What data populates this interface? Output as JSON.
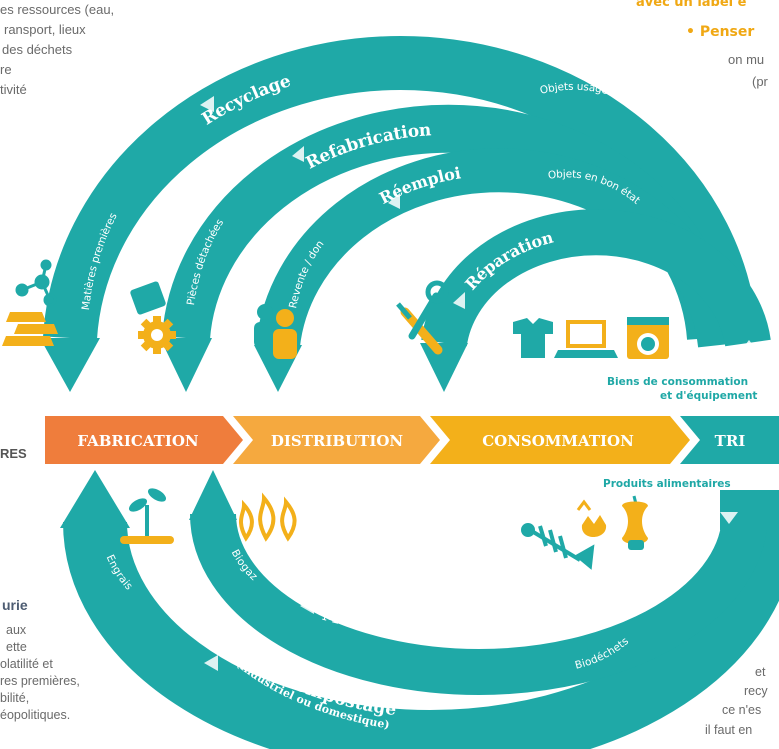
{
  "colors": {
    "teal": "#1fa9a7",
    "orange_dark": "#ef7d3c",
    "orange_mid": "#f5a93f",
    "gold": "#f3b01a",
    "text_grey": "#6a6a6a"
  },
  "chain": {
    "fabrication": "FABRICATION",
    "distribution": "DISTRIBUTION",
    "consommation": "CONSOMMATION",
    "tri": "TRI"
  },
  "loops_top": {
    "recyclage": "Recyclage",
    "refabrication": "Refabrication",
    "reemploi": "Réemploi",
    "reparation": "Réparation",
    "matieres_premieres": "Matières premières",
    "pieces_detachees": "Pièces détachées",
    "revente_don": "Revente / don",
    "objets_usages": "Objets usagés, emballages, papiers, verre...",
    "objets_bon_etat": "Objets en bon état"
  },
  "loops_bottom": {
    "methanisation": "Méthanisation",
    "compostage": "Compostage",
    "compostage_sub": "(industriel ou domestique)",
    "engrais": "Engrais",
    "biogaz": "Biogaz",
    "biodechets": "Biodéchets"
  },
  "side_labels": {
    "biens": "Biens de consommation",
    "biens2": "et d'équipement",
    "produits_alimentaires": "Produits alimentaires"
  },
  "left_text": {
    "top_lines": [
      "es ressources (eau,",
      "ransport, lieux",
      "des déchets",
      "re",
      "tivité"
    ],
    "heading_fragment": "RES",
    "penurie_heading": "urie",
    "penurie_lines": [
      "aux",
      "ette",
      "olatilité et",
      "res premières,",
      "bilité,",
      "éopolitiques."
    ]
  },
  "right_text": {
    "top_label": "avec un label e",
    "bullet": "• Penser",
    "line1": "on mu",
    "line2": "(pr",
    "bottom_lines": [
      "et",
      "recy",
      "ce n'es",
      "il faut en"
    ]
  },
  "icons": [
    "molecule-icon",
    "gold-bars-icon",
    "gear-icon",
    "phone-icon",
    "people-icon",
    "wrench-screwdriver-icon",
    "tshirt-icon",
    "laptop-icon",
    "washing-machine-icon",
    "sprout-icon",
    "flame-icon",
    "fishbone-icon",
    "eggshell-icon",
    "apple-core-icon"
  ]
}
